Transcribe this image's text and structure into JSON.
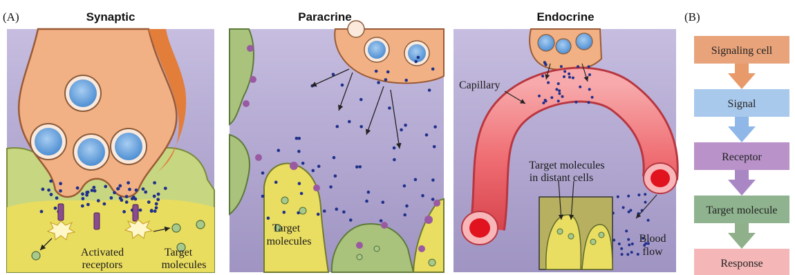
{
  "panel_a": {
    "tag": "(A)",
    "synaptic": {
      "title": "Synaptic",
      "activated_receptors_line1": "Activated",
      "activated_receptors_line2": "receptors",
      "target_molecules_line1": "Target",
      "target_molecules_line2": "molecules"
    },
    "paracrine": {
      "title": "Paracrine",
      "target_molecules_line1": "Target",
      "target_molecules_line2": "molecules"
    },
    "endocrine": {
      "title": "Endocrine",
      "capillary": "Capillary",
      "target_distant_line1": "Target molecules",
      "target_distant_line2": "in distant cells",
      "blood_flow_line1": "Blood",
      "blood_flow_line2": "flow"
    }
  },
  "panel_b": {
    "tag": "(B)",
    "steps": [
      {
        "label": "Signaling cell",
        "fill": "#e8a37a",
        "arrow": "#e89a6a"
      },
      {
        "label": "Signal",
        "fill": "#a9c9ec",
        "arrow": "#8fb8e8"
      },
      {
        "label": "Receptor",
        "fill": "#b892c8",
        "arrow": "#a987c4"
      },
      {
        "label": "Target molecule",
        "fill": "#8fb38f",
        "arrow": "#8fb08a"
      },
      {
        "label": "Response",
        "fill": "#f4b6b6",
        "arrow": ""
      }
    ]
  },
  "colors": {
    "background_purple": "#a89ac9",
    "cell_orange": "#f1b184",
    "cell_green": "#b8cf83",
    "cell_yellow": "#ede36a",
    "capillary_red": "#f0787b",
    "vesicle_blue": "#6fa3d9",
    "dot_navy": "#1f2f8a",
    "receptor_purple": "#8a4c8e"
  }
}
